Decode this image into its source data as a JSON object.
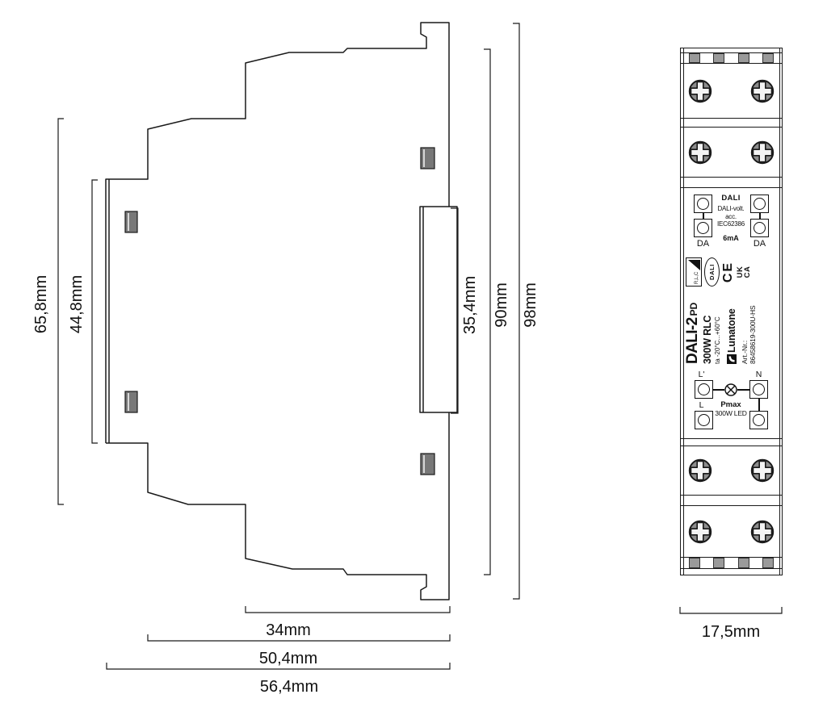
{
  "side_view": {
    "dims": {
      "overall_height": "98mm",
      "body_height": "90mm",
      "front_height": "35,4mm",
      "outer_left_height": "65,8mm",
      "inner_left_height": "44,8mm",
      "front_depth": "34mm",
      "mid_depth": "50,4mm",
      "overall_depth": "56,4mm"
    }
  },
  "front_view": {
    "width": "17,5mm",
    "dali_block": {
      "title": "DALI",
      "line1": "DALI-volt.",
      "line2": "acc.",
      "line3": "IEC62386",
      "current": "6mA",
      "terminal_left": "DA",
      "terminal_right": "DA"
    },
    "label": {
      "product": "DALI-2",
      "variant": "PD",
      "rating": "300W RLC",
      "temperature": "ta -20°C...+60°C",
      "brand": "Lunatone",
      "art_label": "Art.-Nr.:",
      "art_number": "86458619-300U-HS",
      "rlc_badge": "R,L,C",
      "dali_badge": "DALI",
      "ce_mark": "CE",
      "ukca_line1": "UK",
      "ukca_line2": "CA"
    },
    "power_block": {
      "terminal_l_in": "L'",
      "terminal_n": "N",
      "terminal_l": "L",
      "pmax_label": "Pmax",
      "load": "300W LED"
    }
  },
  "colors": {
    "line": "#1a1a1a",
    "slot_fill": "#787878",
    "screw_fill": "#8d8d8d",
    "vent_fill": "#9a9a9a"
  }
}
